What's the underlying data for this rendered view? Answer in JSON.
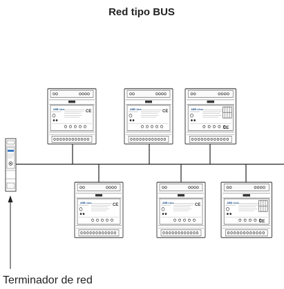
{
  "title": "Red tipo BUS",
  "caption": "Terminador de red",
  "module": {
    "brand": "ABB i-bus",
    "ce_mark": "CE"
  },
  "colors": {
    "line": "#222222",
    "module_body": "#ffffff",
    "module_outline": "#444444",
    "brand_text": "#1a4f8a",
    "terminator_accent": "#3a78c2"
  }
}
